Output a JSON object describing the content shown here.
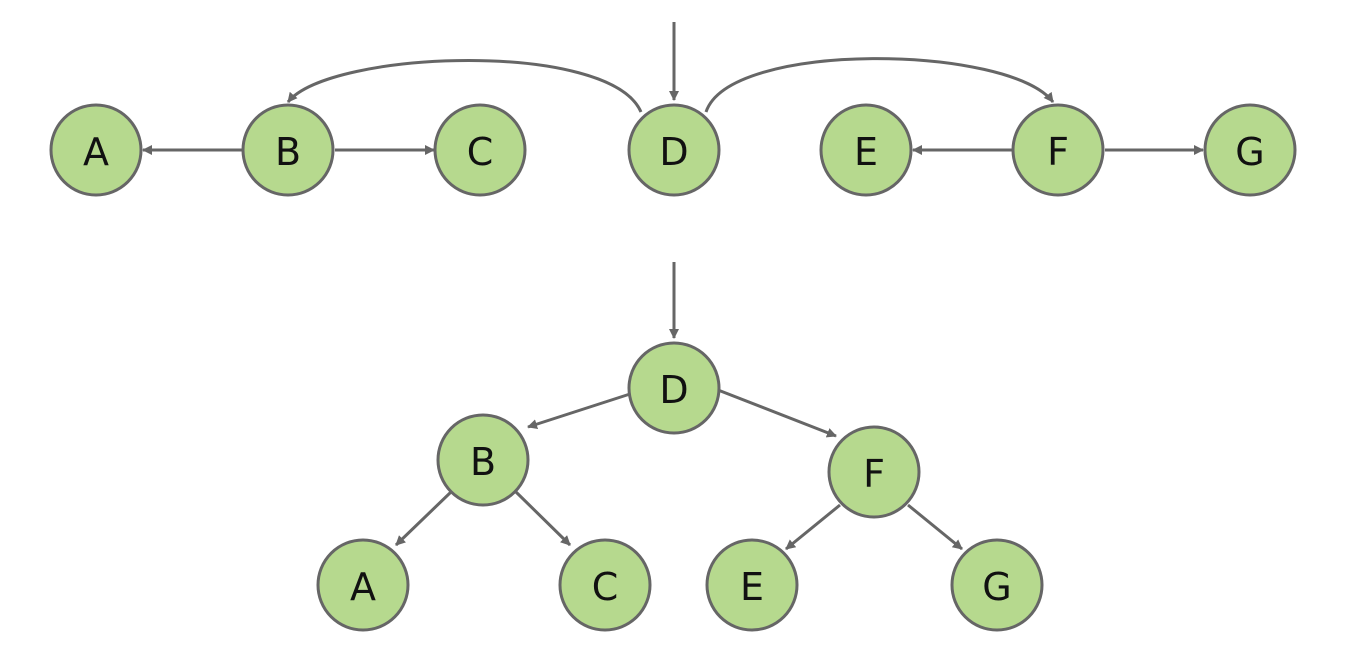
{
  "top_diagram": {
    "nodes": [
      {
        "id": "A",
        "label": "A"
      },
      {
        "id": "B",
        "label": "B"
      },
      {
        "id": "C",
        "label": "C"
      },
      {
        "id": "D",
        "label": "D"
      },
      {
        "id": "E",
        "label": "E"
      },
      {
        "id": "F",
        "label": "F"
      },
      {
        "id": "G",
        "label": "G"
      }
    ],
    "entry": "D",
    "edges": [
      {
        "from": "D",
        "to": "B"
      },
      {
        "from": "D",
        "to": "F"
      },
      {
        "from": "B",
        "to": "A"
      },
      {
        "from": "B",
        "to": "C"
      },
      {
        "from": "F",
        "to": "E"
      },
      {
        "from": "F",
        "to": "G"
      }
    ]
  },
  "bottom_diagram": {
    "nodes": [
      {
        "id": "D",
        "label": "D"
      },
      {
        "id": "B",
        "label": "B"
      },
      {
        "id": "F",
        "label": "F"
      },
      {
        "id": "A",
        "label": "A"
      },
      {
        "id": "C",
        "label": "C"
      },
      {
        "id": "E",
        "label": "E"
      },
      {
        "id": "G",
        "label": "G"
      }
    ],
    "entry": "D",
    "edges": [
      {
        "from": "D",
        "to": "B"
      },
      {
        "from": "D",
        "to": "F"
      },
      {
        "from": "B",
        "to": "A"
      },
      {
        "from": "B",
        "to": "C"
      },
      {
        "from": "F",
        "to": "E"
      },
      {
        "from": "F",
        "to": "G"
      }
    ]
  },
  "colors": {
    "node_fill": "#b6d98e",
    "node_stroke": "#666666",
    "edge": "#666666",
    "label": "#111111"
  }
}
